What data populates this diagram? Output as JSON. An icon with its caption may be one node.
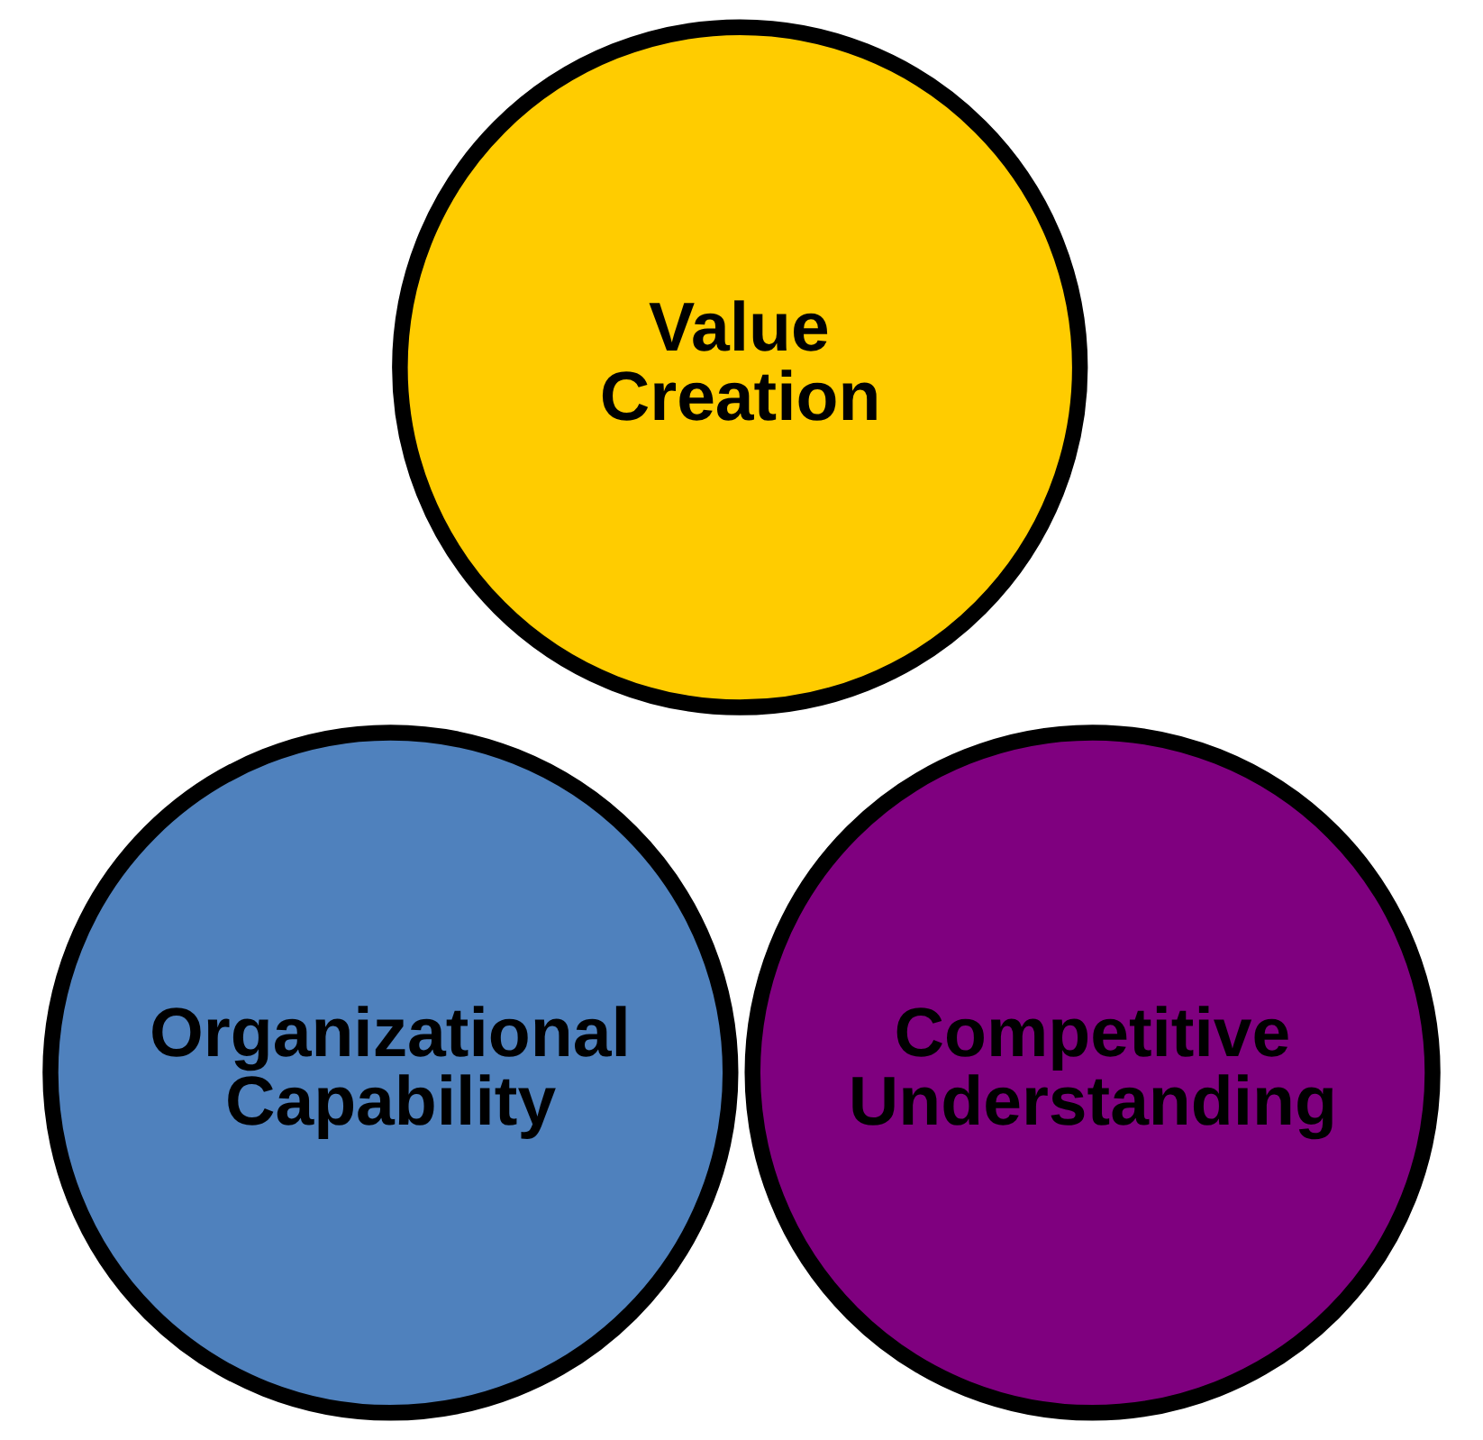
{
  "diagram": {
    "nodes": [
      {
        "text": [
          "Value Creation"
        ]
      },
      {
        "text": [
          "Organizational Capability"
        ]
      },
      {
        "text": [
          "Competitive Understanding"
        ]
      }
    ]
  }
}
